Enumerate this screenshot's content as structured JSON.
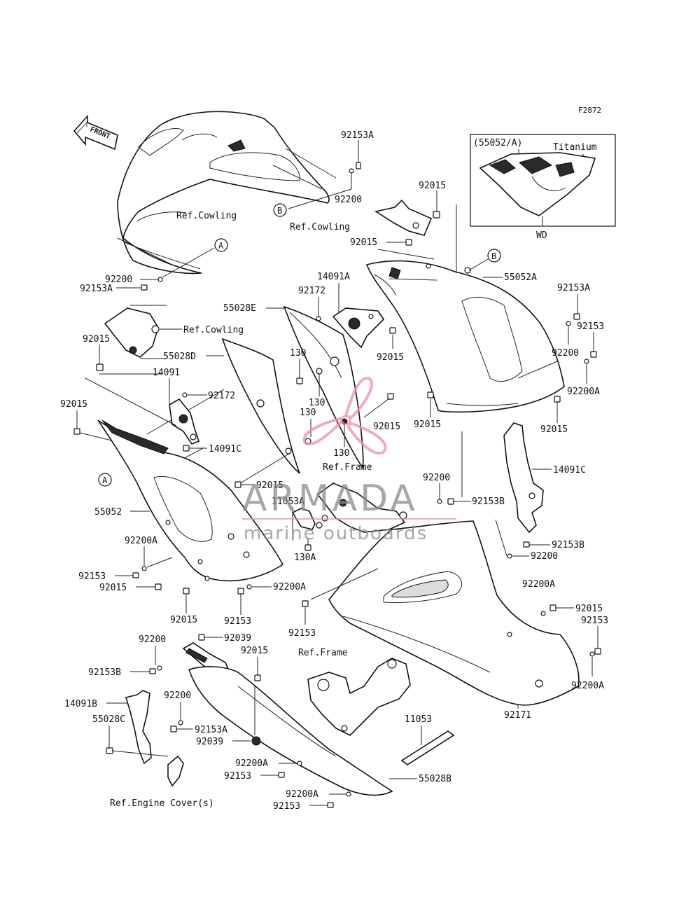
{
  "figure_id": "F2872",
  "front_arrow_label": "FRONT",
  "inset": {
    "part_ref": "(55052/A)",
    "material": "Titanium",
    "model": "WD"
  },
  "watermark": {
    "brand": "ARMADA",
    "tagline": "marine outboards",
    "accent_color": "#e88fb4"
  },
  "callouts": [
    {
      "text": "92153A",
      "part": "bolt"
    },
    {
      "text": "92200",
      "part": "washer"
    },
    {
      "text": "Ref.Cowling"
    },
    {
      "text": "92015"
    },
    {
      "text": "Ref.Cowling"
    },
    {
      "text": "92015"
    },
    {
      "text": "92200"
    },
    {
      "text": "92153A"
    },
    {
      "text": "14091A"
    },
    {
      "text": "92172"
    },
    {
      "text": "55052A"
    },
    {
      "text": "92153A"
    },
    {
      "text": "55028E"
    },
    {
      "text": "Ref.Cowling"
    },
    {
      "text": "92153"
    },
    {
      "text": "92200"
    },
    {
      "text": "92015"
    },
    {
      "text": "55028D"
    },
    {
      "text": "130"
    },
    {
      "text": "92015"
    },
    {
      "text": "92200A"
    },
    {
      "text": "14091"
    },
    {
      "text": "92172"
    },
    {
      "text": "130"
    },
    {
      "text": "92015"
    },
    {
      "text": "130"
    },
    {
      "text": "92015"
    },
    {
      "text": "92015"
    },
    {
      "text": "92015"
    },
    {
      "text": "130"
    },
    {
      "text": "14091C"
    },
    {
      "text": "Ref.Frame"
    },
    {
      "text": "92200"
    },
    {
      "text": "92015"
    },
    {
      "text": "11053A"
    },
    {
      "text": "92153B"
    },
    {
      "text": "55052"
    },
    {
      "text": "92200A"
    },
    {
      "text": "92153B"
    },
    {
      "text": "92200"
    },
    {
      "text": "130A"
    },
    {
      "text": "92153"
    },
    {
      "text": "92015"
    },
    {
      "text": "92200A"
    },
    {
      "text": "92200A"
    },
    {
      "text": "92015"
    },
    {
      "text": "92153"
    },
    {
      "text": "92015"
    },
    {
      "text": "92153"
    },
    {
      "text": "92153"
    },
    {
      "text": "92200"
    },
    {
      "text": "92039"
    },
    {
      "text": "Ref.Frame"
    },
    {
      "text": "92015"
    },
    {
      "text": "92200A"
    },
    {
      "text": "92153B"
    },
    {
      "text": "92200"
    },
    {
      "text": "14091B"
    },
    {
      "text": "11053"
    },
    {
      "text": "92153A"
    },
    {
      "text": "92171"
    },
    {
      "text": "55028C"
    },
    {
      "text": "92039"
    },
    {
      "text": "92200A"
    },
    {
      "text": "92153"
    },
    {
      "text": "55028B"
    },
    {
      "text": "92200A"
    },
    {
      "text": "92153"
    },
    {
      "text": "Ref.Engine Cover(s)"
    }
  ],
  "markers": [
    {
      "letter": "B"
    },
    {
      "letter": "A"
    },
    {
      "letter": "B"
    },
    {
      "letter": "A"
    }
  ]
}
